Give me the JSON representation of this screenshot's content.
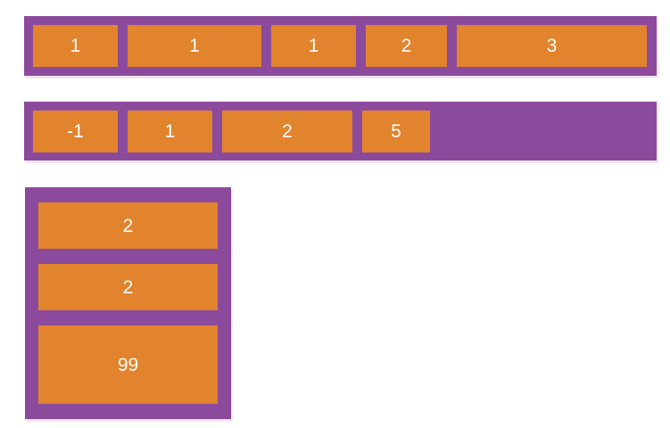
{
  "colors": {
    "page_background": "#ffffff",
    "container_purple": "#8c4a9c",
    "item_orange": "#e2832d",
    "label_white": "#ffffff",
    "shadow_lavender": "#f0e5f3"
  },
  "containers": [
    {
      "id": "row-1",
      "direction": "row",
      "items": [
        {
          "label": "1"
        },
        {
          "label": "1"
        },
        {
          "label": "1"
        },
        {
          "label": "2"
        },
        {
          "label": "3"
        }
      ]
    },
    {
      "id": "row-2",
      "direction": "row",
      "items": [
        {
          "label": "-1"
        },
        {
          "label": "1"
        },
        {
          "label": "2"
        },
        {
          "label": "5"
        }
      ]
    },
    {
      "id": "column-1",
      "direction": "column",
      "items": [
        {
          "label": "2"
        },
        {
          "label": "2"
        },
        {
          "label": "99"
        }
      ]
    }
  ]
}
